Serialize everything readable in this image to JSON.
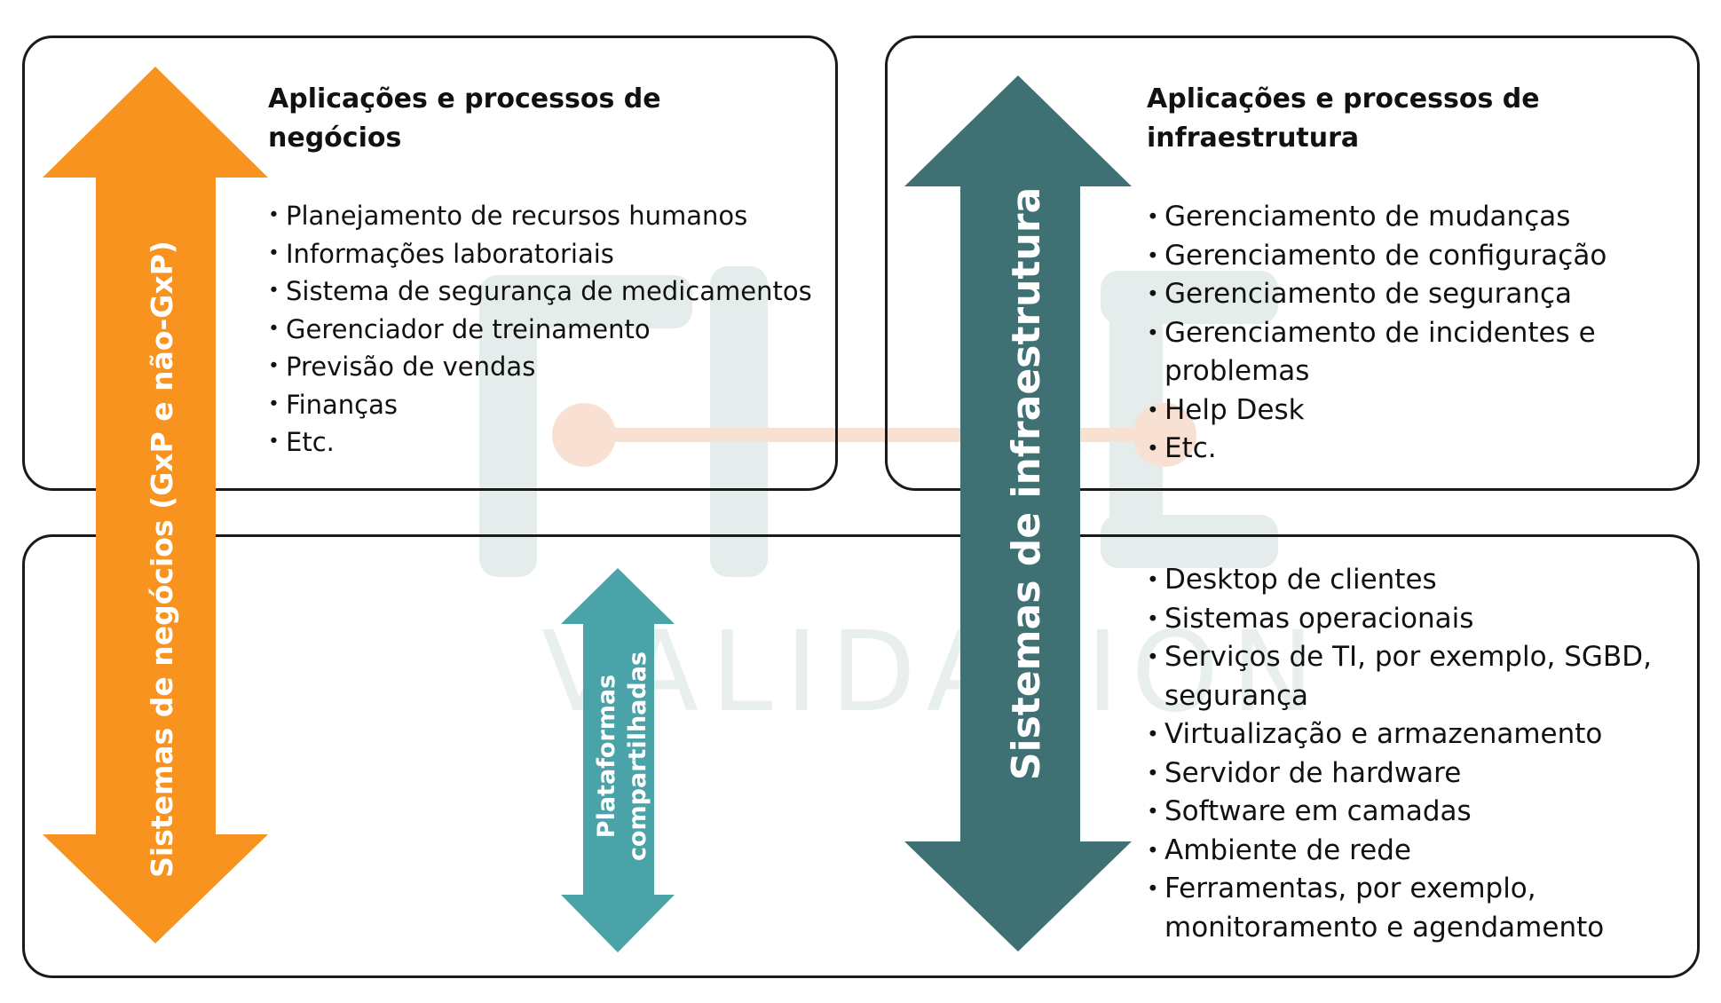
{
  "business_box": {
    "heading": "Aplicações e processos de negócios",
    "items": [
      "Planejamento de recursos humanos",
      "Informações laboratoriais",
      "Sistema de segurança de medicamentos",
      "Gerenciador de treinamento",
      "Previsão de vendas",
      "Finanças",
      "Etc."
    ]
  },
  "infrastructure_box": {
    "heading": "Aplicações e processos de infraestrutura",
    "items": [
      "Gerenciamento de mudanças",
      "Gerenciamento de configuração",
      "Gerenciamento de segurança",
      "Gerenciamento de incidentes e problemas",
      "Help Desk",
      "Etc."
    ]
  },
  "platform_box": {
    "items": [
      "Desktop de clientes",
      "Sistemas operacionais",
      "Serviços de TI, por exemplo, SGBD, segurança",
      "Virtualização e armazenamento",
      "Servidor de hardware",
      "Software em camadas",
      "Ambiente de rede",
      "Ferramentas, por exemplo, monitoramento e agendamento"
    ]
  },
  "arrows": {
    "business_systems": {
      "label": "Sistemas de negócios (GxP e não-GxP)",
      "color": "#F7931E"
    },
    "shared_platforms": {
      "label_line1": "Plataformas",
      "label_line2": "compartilhadas",
      "color": "#4AA3A8"
    },
    "infrastructure_systems": {
      "label": "Sistemas de infraestrutura",
      "color": "#3F7174"
    }
  },
  "watermark": {
    "logo_text": "FIVE",
    "sub_text": "VALIDATION"
  }
}
